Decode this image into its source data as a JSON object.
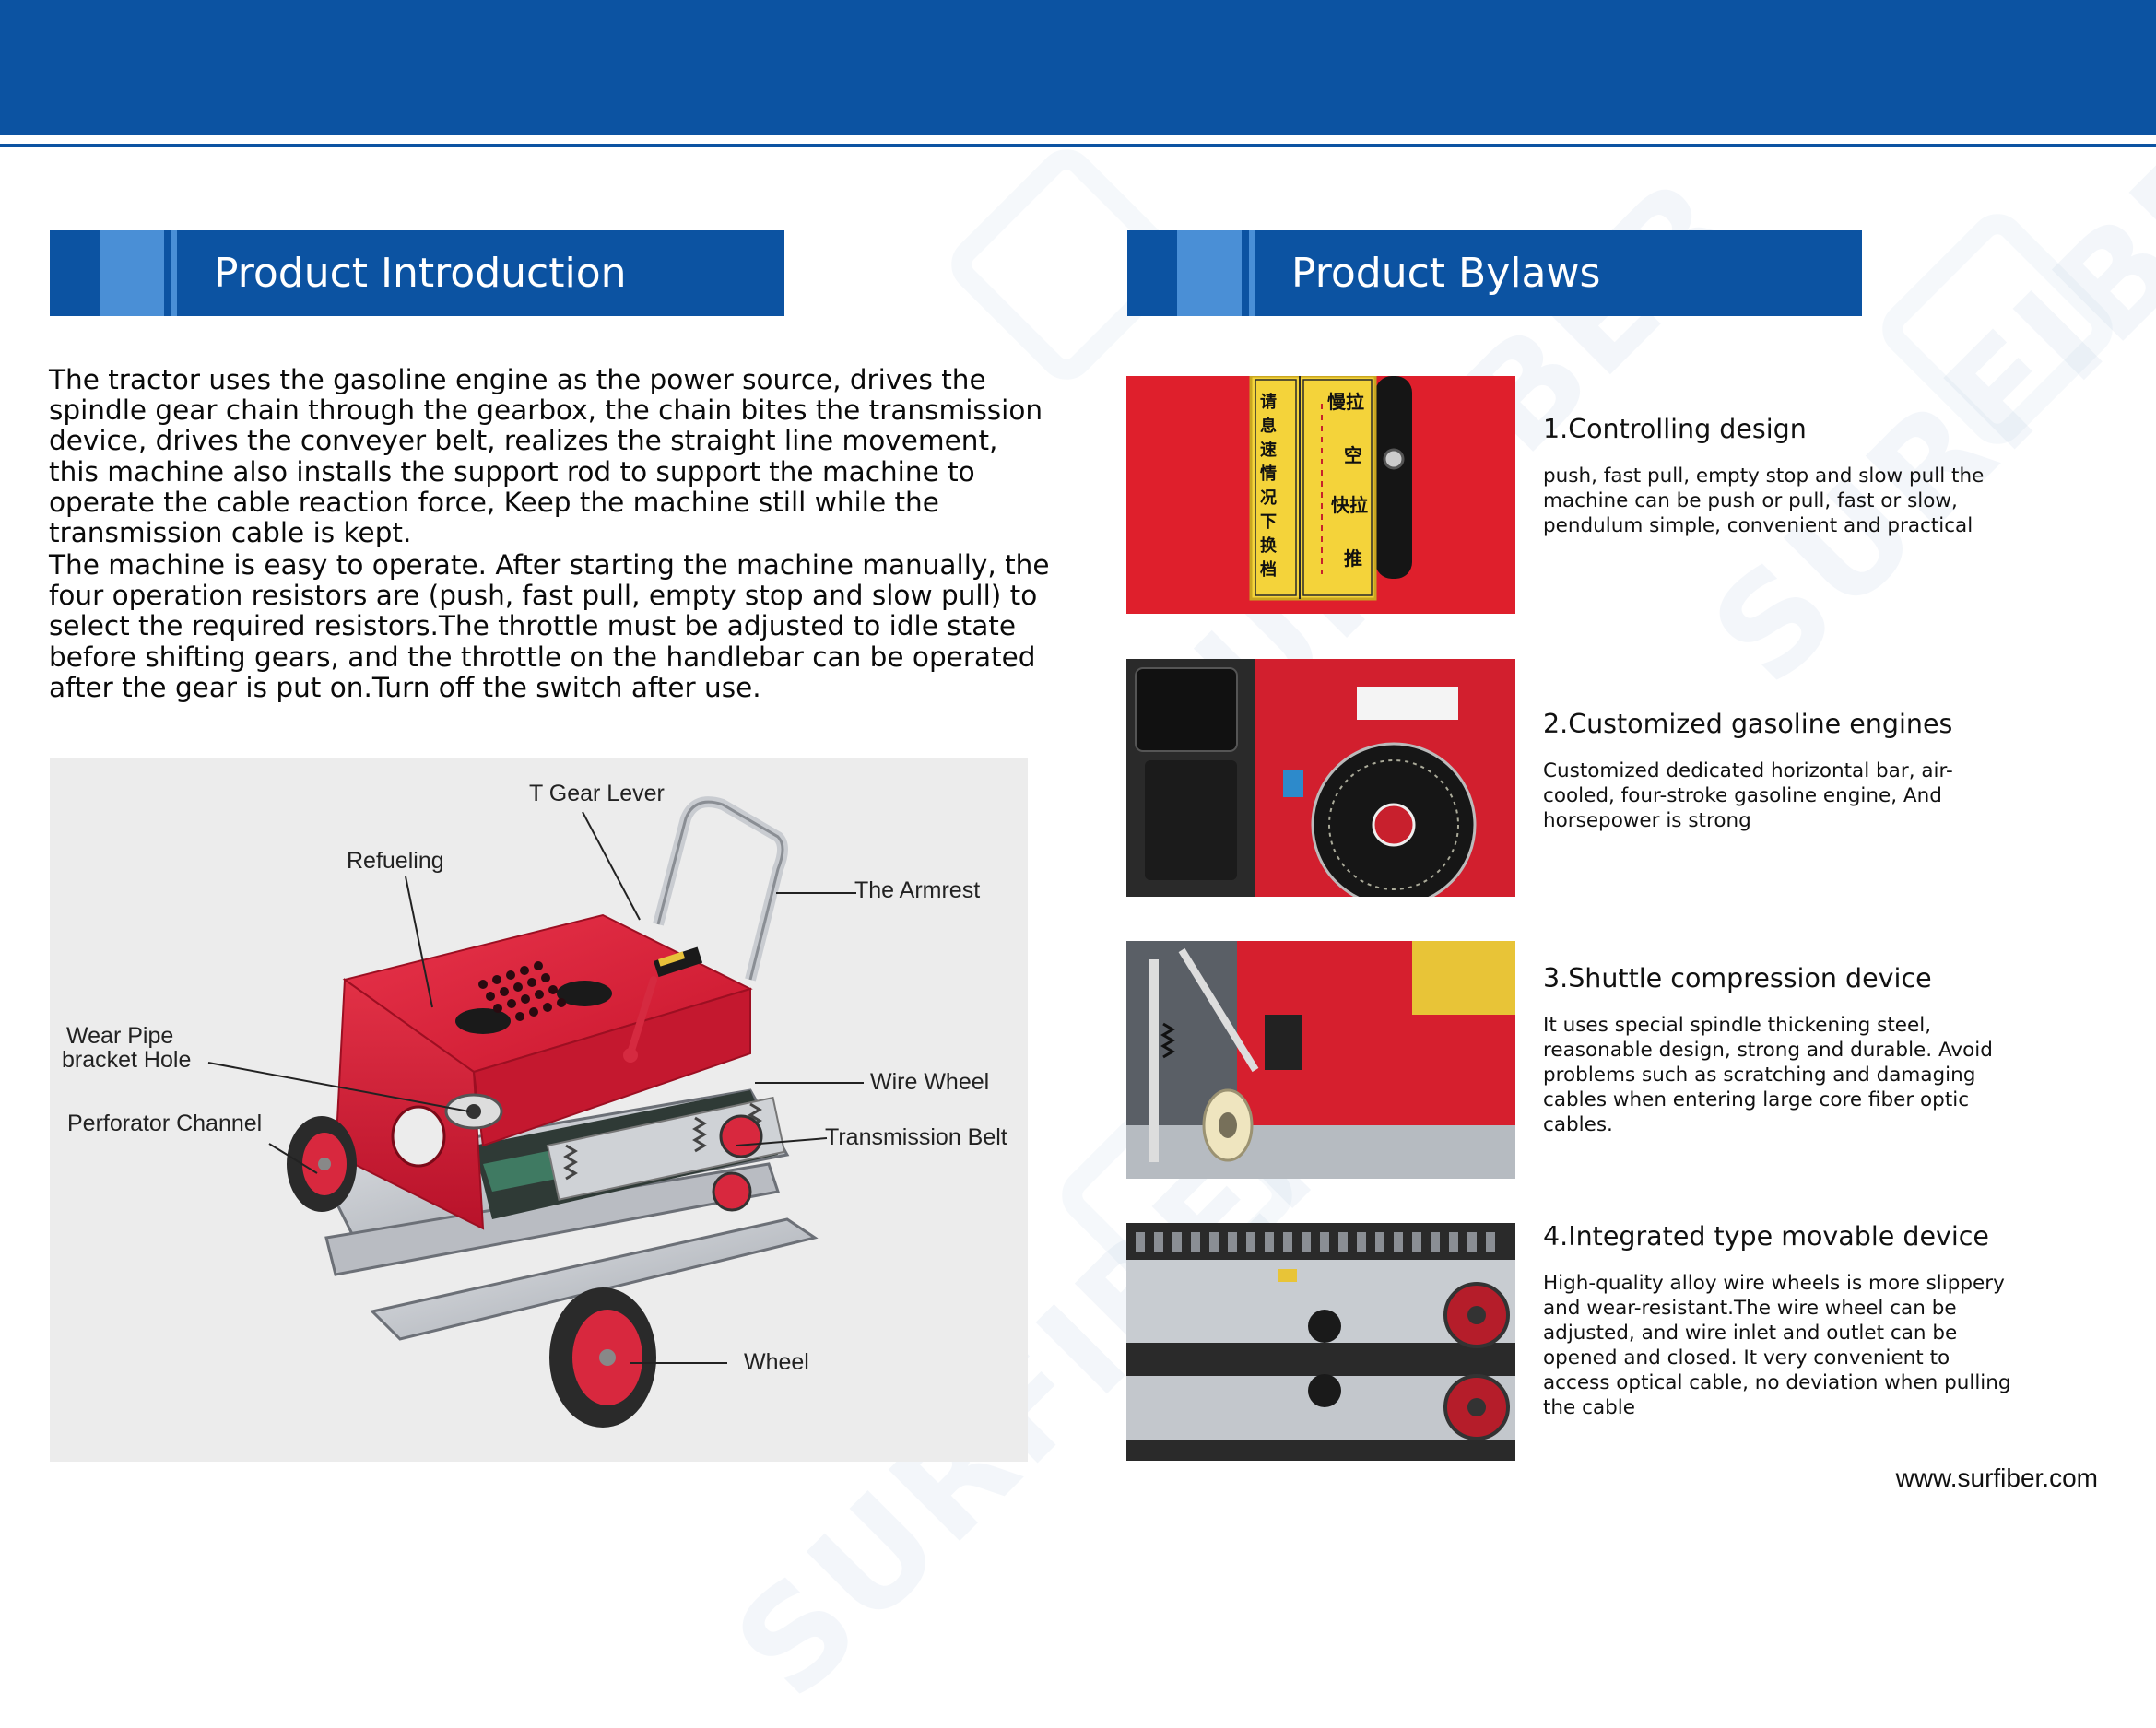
{
  "header": {
    "brand_color": "#0c53a2",
    "accent_color": "#4a8fd6"
  },
  "watermark": {
    "text": "SURFIBER"
  },
  "intro": {
    "title": "Product Introduction",
    "paragraph1": "The tractor uses the gasoline engine as the power source, drives the spindle gear chain through the gearbox, the chain bites the transmission device, drives the conveyer belt, realizes the straight line movement, this machine also installs the support rod to support the machine to operate the cable reaction force, Keep the machine still while the transmission cable is kept.",
    "paragraph2": "The machine is easy to operate. After starting the machine manually, the four operation resistors are (push, fast pull, empty stop and slow pull) to select the required resistors.The throttle must be adjusted to idle state before shifting gears, and the throttle on the handlebar can be operated after the gear is put on.Turn off the switch after use."
  },
  "diagram": {
    "labels": {
      "t_gear_lever": "T Gear Lever",
      "refueling": "Refueling",
      "armrest": "The Armrest",
      "wear_pipe_1": "Wear Pipe",
      "wear_pipe_2": "bracket Hole",
      "wire_wheel": "Wire Wheel",
      "perforator": "Perforator Channel",
      "transmission_belt": "Transmission Belt",
      "wheel": "Wheel"
    }
  },
  "bylaws": {
    "title": "Product Bylaws",
    "items": [
      {
        "title": "1.Controlling design",
        "text": "push, fast pull, empty stop and slow pull the machine can be push or pull, fast or slow, pendulum simple, convenient and practical"
      },
      {
        "title": "2.Customized gasoline engines",
        "text": "Customized dedicated horizontal bar, air-cooled, four-stroke gasoline engine, And horsepower is strong"
      },
      {
        "title": "3.Shuttle compression device",
        "text": "It uses special spindle thickening steel, reasonable design, strong and durable. Avoid problems such as scratching and damaging cables when entering large core fiber optic cables."
      },
      {
        "title": "4.Integrated type movable device",
        "text": "High-quality alloy wire wheels is more slippery and wear-resistant.The wire wheel can be adjusted, and wire inlet and outlet can be opened and closed. It very convenient to access optical cable, no deviation when pulling the cable"
      }
    ]
  },
  "photo1_sign": {
    "left_col": "请息速情况下换档",
    "right_top": "慢拉",
    "right_mid1": "空",
    "right_mid2": "快拉",
    "right_bottom": "推"
  },
  "footer": {
    "url": "www.surfiber.com"
  }
}
